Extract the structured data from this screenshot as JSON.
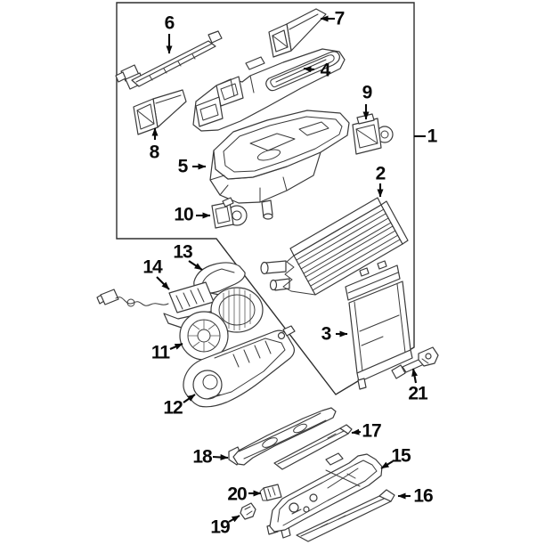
{
  "diagram": {
    "type": "exploded-parts-diagram",
    "background": "#ffffff",
    "line_color": "#3a3a3a",
    "callout_color": "#0a0a0a",
    "callouts": [
      {
        "number": "1"
      },
      {
        "number": "2"
      },
      {
        "number": "3"
      },
      {
        "number": "4"
      },
      {
        "number": "5"
      },
      {
        "number": "6"
      },
      {
        "number": "7"
      },
      {
        "number": "8"
      },
      {
        "number": "9"
      },
      {
        "number": "10"
      },
      {
        "number": "11"
      },
      {
        "number": "12"
      },
      {
        "number": "13"
      },
      {
        "number": "14"
      },
      {
        "number": "15"
      },
      {
        "number": "16"
      },
      {
        "number": "17"
      },
      {
        "number": "18"
      },
      {
        "number": "19"
      },
      {
        "number": "20"
      },
      {
        "number": "21"
      }
    ]
  }
}
